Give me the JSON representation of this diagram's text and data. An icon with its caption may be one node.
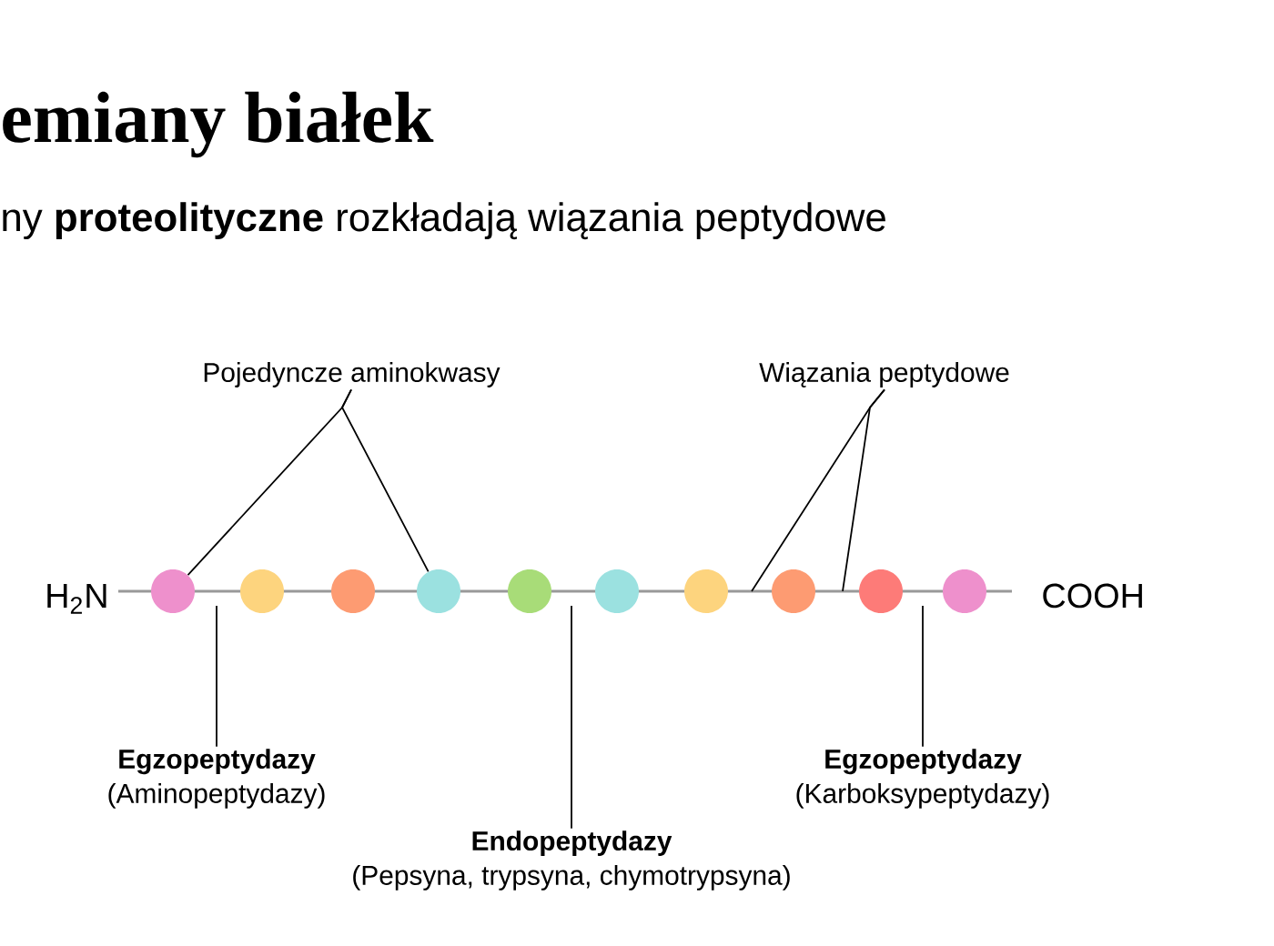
{
  "diagram": {
    "title": "emiany białek",
    "nodes": [
      {
        "text": [
          "Pojedyncze aminokwasy"
        ]
      },
      {
        "text": [
          "Wiązania peptydowe"
        ]
      },
      {
        "text": [],
        "shape": "circle"
      },
      {
        "text": [],
        "shape": "circle"
      },
      {
        "text": [],
        "shape": "circle"
      },
      {
        "text": [],
        "shape": "circle"
      },
      {
        "text": [],
        "shape": "circle"
      },
      {
        "text": [],
        "shape": "circle"
      },
      {
        "text": [],
        "shape": "circle"
      },
      {
        "text": [],
        "shape": "circle"
      },
      {
        "text": [],
        "shape": "circle"
      },
      {
        "text": [],
        "shape": "circle"
      },
      {
        "text": [
          "Egzopeptydazy",
          "(Aminopeptydazy)"
        ]
      },
      {
        "text": [
          "Endopeptydazy",
          "(Pepsyna, trypsyna, chymotrypsyna)"
        ]
      },
      {
        "text": [
          "Egzopeptydazy",
          "(Karboksypeptydazy)"
        ]
      },
      {
        "text": [],
        "shape": "bar"
      }
    ],
    "edges": [
      {
        "from": 0,
        "to": 2,
        "arrow": "none"
      },
      {
        "from": 0,
        "to": 5,
        "arrow": "none"
      },
      {
        "from": 1,
        "to": 15,
        "arrow": "none"
      },
      {
        "from": 1,
        "to": 15,
        "arrow": "none"
      },
      {
        "from": 12,
        "to": 15,
        "arrow": "none"
      },
      {
        "from": 13,
        "to": 15,
        "arrow": "none"
      },
      {
        "from": 14,
        "to": 15,
        "arrow": "none"
      }
    ],
    "labels": [
      "ny **proteolityczne** rozkładają wiązania peptydowe",
      "H$_{2}$N",
      "COOH"
    ]
  }
}
